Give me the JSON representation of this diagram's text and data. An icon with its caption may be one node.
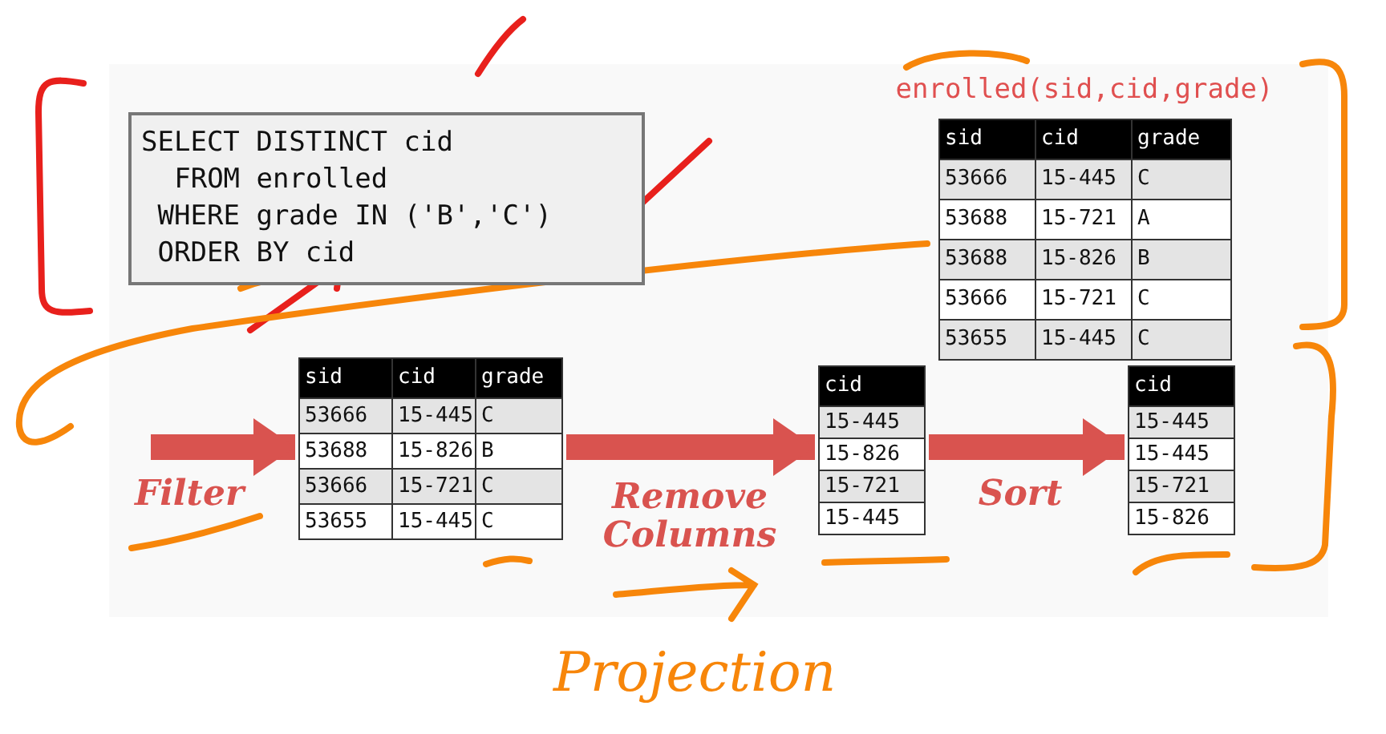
{
  "diagram": {
    "nodes": [
      {
        "text": [
          "SELECT DISTINCT cid",
          "FROM enrolled",
          "WHERE grade IN ('B','C')",
          "ORDER BY cid"
        ]
      },
      {
        "text": [
          "enrolled(sid,cid,grade)",
          "sid",
          "cid",
          "grade",
          "53666",
          "15-445",
          "C",
          "53688",
          "15-721",
          "A",
          "53688",
          "15-826",
          "B",
          "53666",
          "15-721",
          "C",
          "53655",
          "15-445",
          "C"
        ]
      },
      {
        "text": [
          "sid",
          "cid",
          "grade",
          "53666",
          "15-445",
          "C",
          "53688",
          "15-826",
          "B",
          "53666",
          "15-721",
          "C",
          "53655",
          "15-445",
          "C"
        ]
      },
      {
        "text": [
          "cid",
          "15-445",
          "15-826",
          "15-721",
          "15-445"
        ]
      },
      {
        "text": [
          "cid",
          "15-445",
          "15-445",
          "15-721",
          "15-826"
        ]
      }
    ],
    "edges": [
      {
        "from": null,
        "to": 2,
        "arrow": "to",
        "label": "Filter"
      },
      {
        "from": 2,
        "to": 3,
        "arrow": "to",
        "label": "Remove Columns"
      },
      {
        "from": 3,
        "to": 4,
        "arrow": "to",
        "label": "Sort"
      }
    ],
    "labels": [
      "Projection"
    ]
  }
}
